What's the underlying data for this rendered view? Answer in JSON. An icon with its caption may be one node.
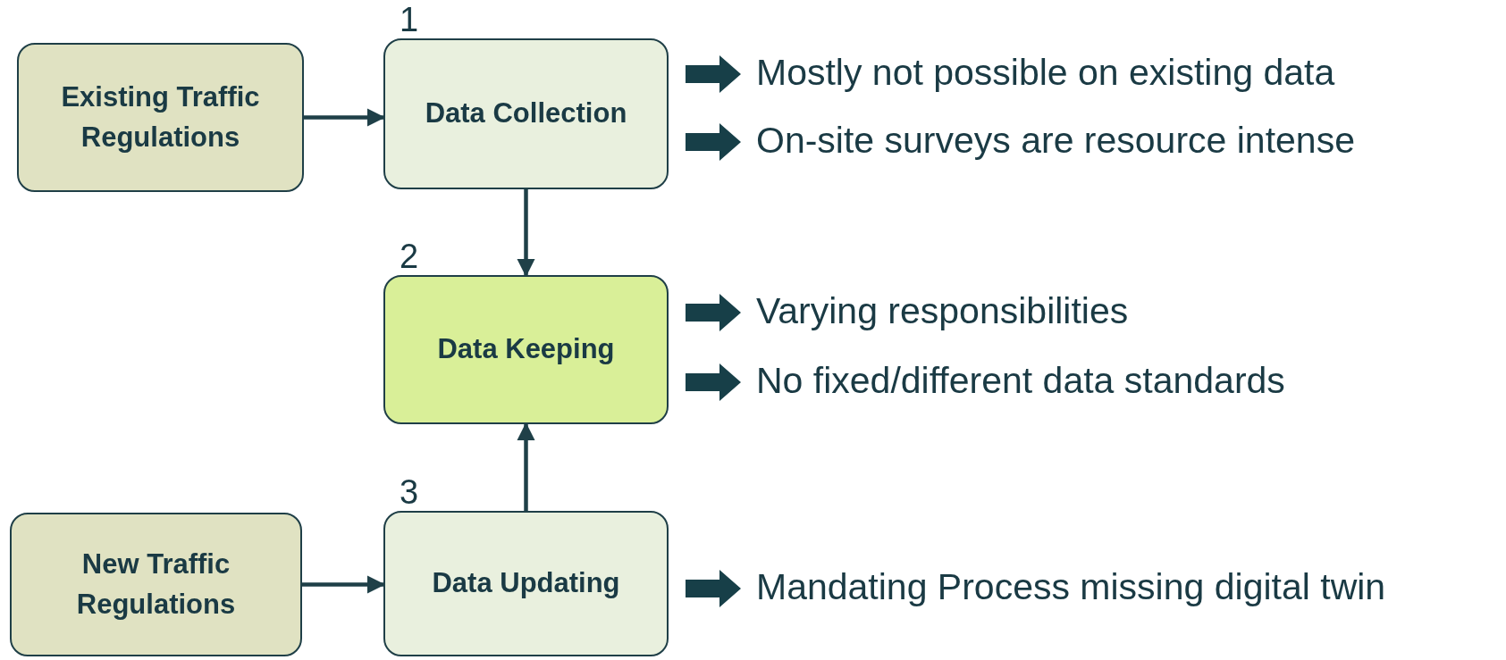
{
  "diagram": {
    "nodes": [
      {
        "text": [
          "Existing Traffic Regulations"
        ]
      },
      {
        "text": [
          "Data Collection"
        ],
        "beside": [
          "1"
        ]
      },
      {
        "text": [
          "Data Keeping"
        ],
        "beside": [
          "2"
        ]
      },
      {
        "text": [
          "Data Updating"
        ],
        "beside": [
          "3"
        ]
      },
      {
        "text": [
          "New Traffic Regulations"
        ]
      }
    ],
    "edges": [
      {
        "from": 0,
        "to": 1,
        "arrow": "to"
      },
      {
        "from": 1,
        "to": 2,
        "arrow": "to"
      },
      {
        "from": 3,
        "to": 2,
        "arrow": "to"
      },
      {
        "from": 4,
        "to": 3,
        "arrow": "to"
      }
    ],
    "labels": [
      "Mostly not possible on existing data",
      "On-site surveys are resource intense",
      "Varying responsibilities",
      "No fixed/different data standards",
      "Mandating Process missing digital twin"
    ]
  }
}
